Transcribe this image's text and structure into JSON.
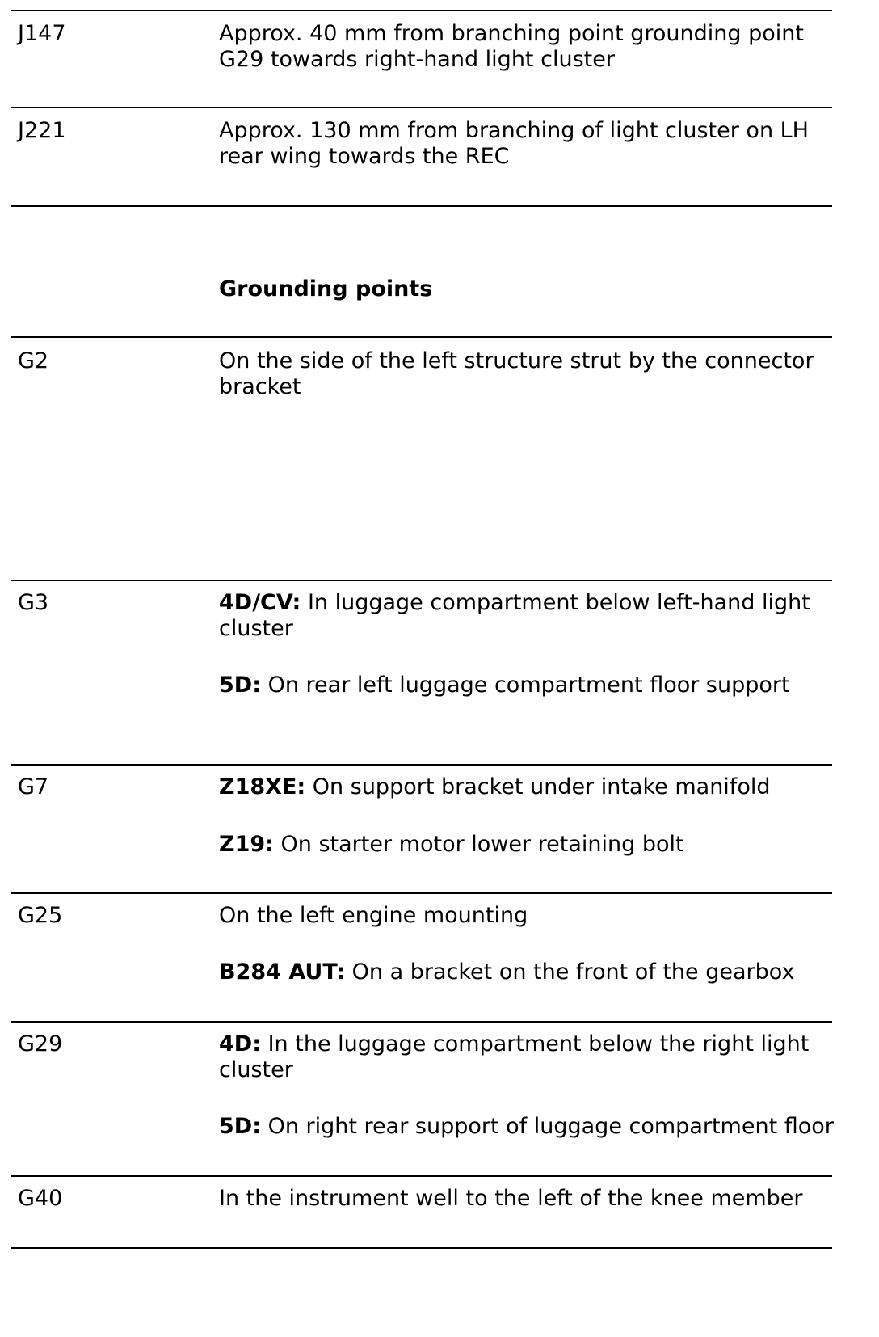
{
  "heading": "Grounding points",
  "junctions": [
    {
      "code": "J147",
      "text": "Approx. 40 mm from branching point grounding point G29 towards right-hand light cluster"
    },
    {
      "code": "J221",
      "text": "Approx. 130 mm from branching of light cluster on LH rear wing towards the REC"
    }
  ],
  "grounding_points": [
    {
      "code": "G2",
      "entries": [
        {
          "label": "",
          "text": "On the side of the left structure strut by the connector bracket"
        }
      ]
    },
    {
      "code": "G3",
      "entries": [
        {
          "label": "4D/CV:",
          "text": " In luggage compartment below left-hand light cluster"
        },
        {
          "label": "5D:",
          "text": " On rear left luggage compartment floor support"
        }
      ]
    },
    {
      "code": "G7",
      "entries": [
        {
          "label": "Z18XE:",
          "text": " On support bracket under intake manifold"
        },
        {
          "label": "Z19:",
          "text": " On starter motor lower retaining bolt"
        }
      ]
    },
    {
      "code": "G25",
      "entries": [
        {
          "label": "",
          "text": "On the left engine mounting"
        },
        {
          "label": "B284 AUT:",
          "text": " On a bracket on the front of the gearbox"
        }
      ]
    },
    {
      "code": "G29",
      "entries": [
        {
          "label": "4D:",
          "text": " In the luggage compartment below the right light cluster"
        },
        {
          "label": "5D:",
          "text": " On right rear support of luggage compartment floor"
        }
      ]
    },
    {
      "code": "G40",
      "entries": [
        {
          "label": "",
          "text": "In the instrument well to the left of the knee member"
        }
      ]
    }
  ]
}
